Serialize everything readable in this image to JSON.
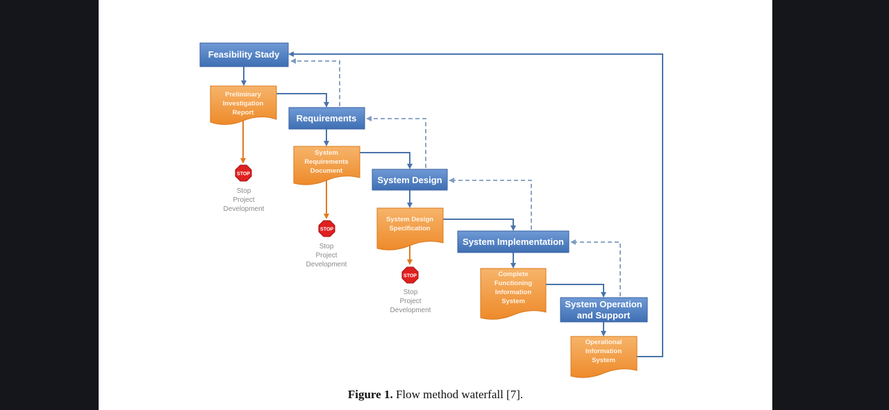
{
  "phases": [
    {
      "lines": [
        "Feasibility Stady"
      ]
    },
    {
      "lines": [
        "Requirements"
      ]
    },
    {
      "lines": [
        "System Design"
      ]
    },
    {
      "lines": [
        "System Implementation"
      ]
    },
    {
      "lines": [
        "System Operation",
        "and Support"
      ]
    }
  ],
  "documents": [
    {
      "lines": [
        "Preliminary",
        "Investigation",
        "Report"
      ]
    },
    {
      "lines": [
        "System",
        "Requirements",
        "Document"
      ]
    },
    {
      "lines": [
        "System Design",
        "Specification"
      ]
    },
    {
      "lines": [
        "Complete",
        "Functioning",
        "Information",
        "System"
      ]
    },
    {
      "lines": [
        "Operational",
        "Information",
        "System"
      ]
    }
  ],
  "stops": [
    {
      "sign": "STOP",
      "lines": [
        "Stop",
        "Project",
        "Development"
      ]
    },
    {
      "sign": "STOP",
      "lines": [
        "Stop",
        "Project",
        "Development"
      ]
    },
    {
      "sign": "STOP",
      "lines": [
        "Stop",
        "Project",
        "Development"
      ]
    }
  ],
  "caption": {
    "label": "Figure 1.",
    "text": " Flow method waterfall [7]."
  },
  "colors": {
    "phase": "#4f7fc2",
    "document": "#f29a3e",
    "stop": "#e02020",
    "arrow_solid": "#4a74aa",
    "arrow_dashed": "#7f9bc0",
    "arrow_stop": "#e0791f"
  }
}
